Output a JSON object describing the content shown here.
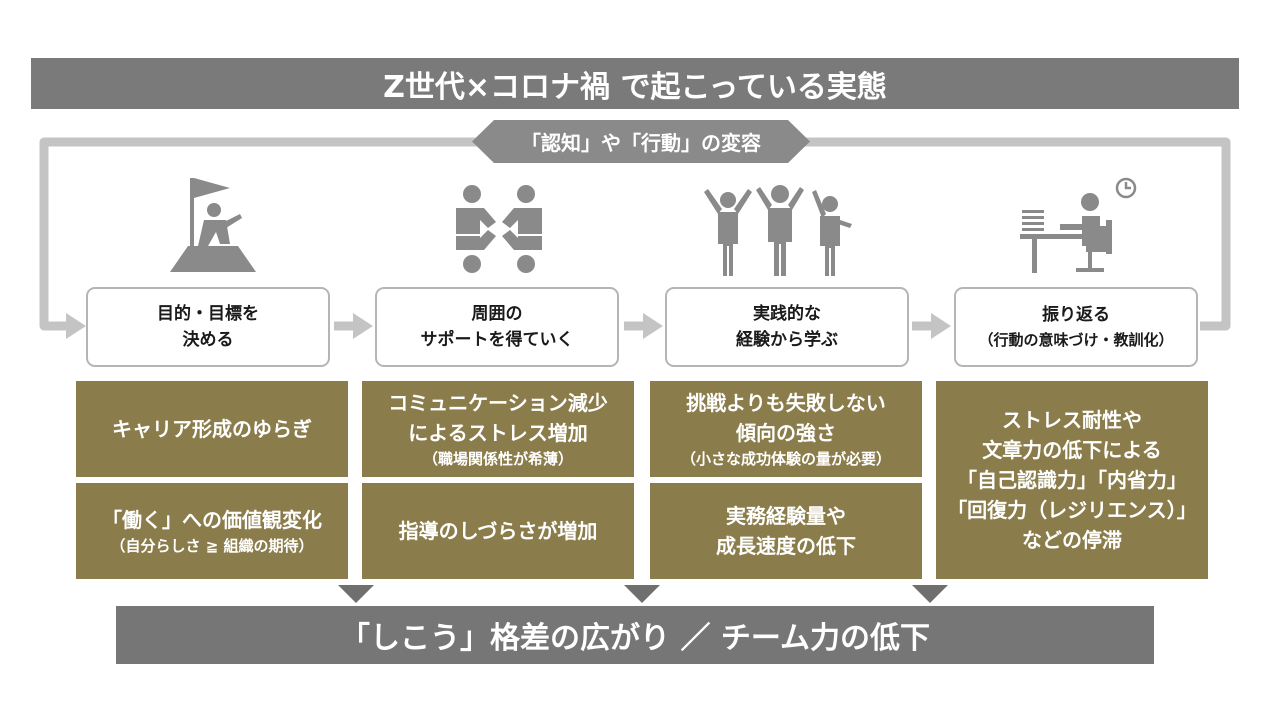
{
  "title": "Z世代×コロナ禍 で起こっている実態",
  "loop_label": "「認知」や「行動」の変容",
  "steps": [
    {
      "icon": "goal-flag-icon",
      "line1": "目的・目標を",
      "line2": "決める",
      "line3": ""
    },
    {
      "icon": "support-people-icon",
      "line1": "周囲の",
      "line2": "サポートを得ていく",
      "line3": ""
    },
    {
      "icon": "cheering-people-icon",
      "line1": "実践的な",
      "line2": "経験から学ぶ",
      "line3": ""
    },
    {
      "icon": "desk-worker-icon",
      "line1": "振り返る",
      "line2": "（行動の意味づけ・教訓化）",
      "line3": ""
    }
  ],
  "issues": {
    "col1_top": {
      "l1": "キャリア形成のゆらぎ"
    },
    "col1_bottom": {
      "l1": "「働く」への価値観変化",
      "l2": "（自分らしさ ≧ 組織の期待）"
    },
    "col2_top": {
      "l1": "コミュニケーション減少",
      "l2": "によるストレス増加",
      "l3": "（職場関係性が希薄）"
    },
    "col2_bottom": {
      "l1": "指導のしづらさが増加"
    },
    "col3_top": {
      "l1": "挑戦よりも失敗しない",
      "l2": "傾向の強さ",
      "l3": "（小さな成功体験の量が必要）"
    },
    "col3_bottom": {
      "l1": "実務経験量や",
      "l2": "成長速度の低下"
    },
    "col4": {
      "l1": "ストレス耐性や",
      "l2": "文章力の低下による",
      "l3": "「自己認識力」「内省力」",
      "l4": "「回復力（レジリエンス）」",
      "l5": "などの停滞"
    }
  },
  "conclusion": "「しこう」格差の広がり ／ チーム力の低下",
  "colors": {
    "title_bg": "#7a7a7a",
    "olive": "#8b7d4b",
    "connector": "#c4c4c4",
    "icon": "#8a8a8a"
  }
}
